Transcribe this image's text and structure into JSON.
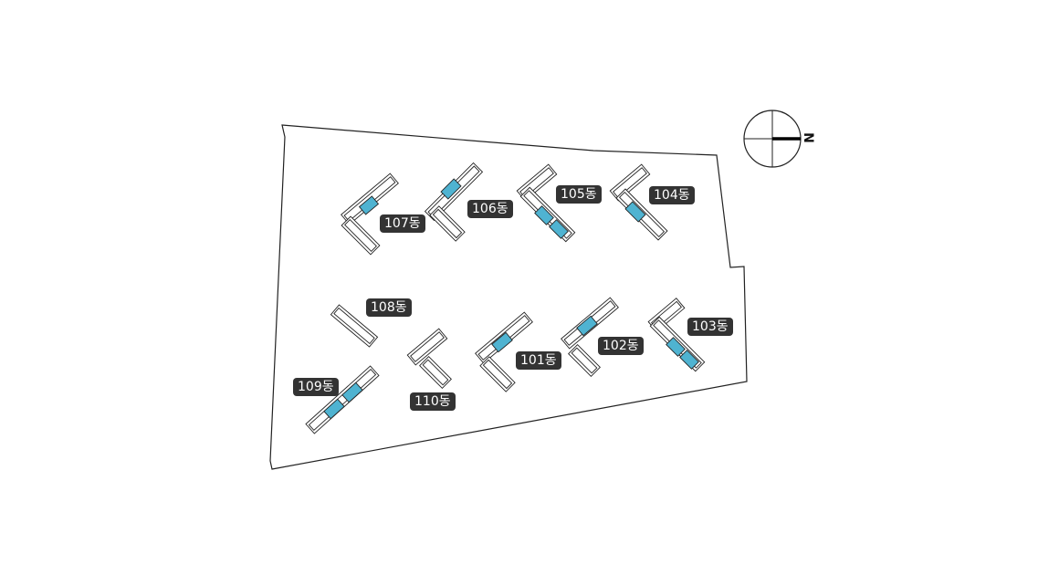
{
  "colors": {
    "unit_highlight": "#4fb3d1",
    "label_bg": "#333333",
    "outline": "#222222"
  },
  "compass": {
    "north_label": "N"
  },
  "buildings": [
    {
      "id": "107",
      "label": "107동"
    },
    {
      "id": "106",
      "label": "106동"
    },
    {
      "id": "105",
      "label": "105동"
    },
    {
      "id": "104",
      "label": "104동"
    },
    {
      "id": "108",
      "label": "108동"
    },
    {
      "id": "103",
      "label": "103동"
    },
    {
      "id": "102",
      "label": "102동"
    },
    {
      "id": "101",
      "label": "101동"
    },
    {
      "id": "109",
      "label": "109동"
    },
    {
      "id": "110",
      "label": "110동"
    }
  ]
}
